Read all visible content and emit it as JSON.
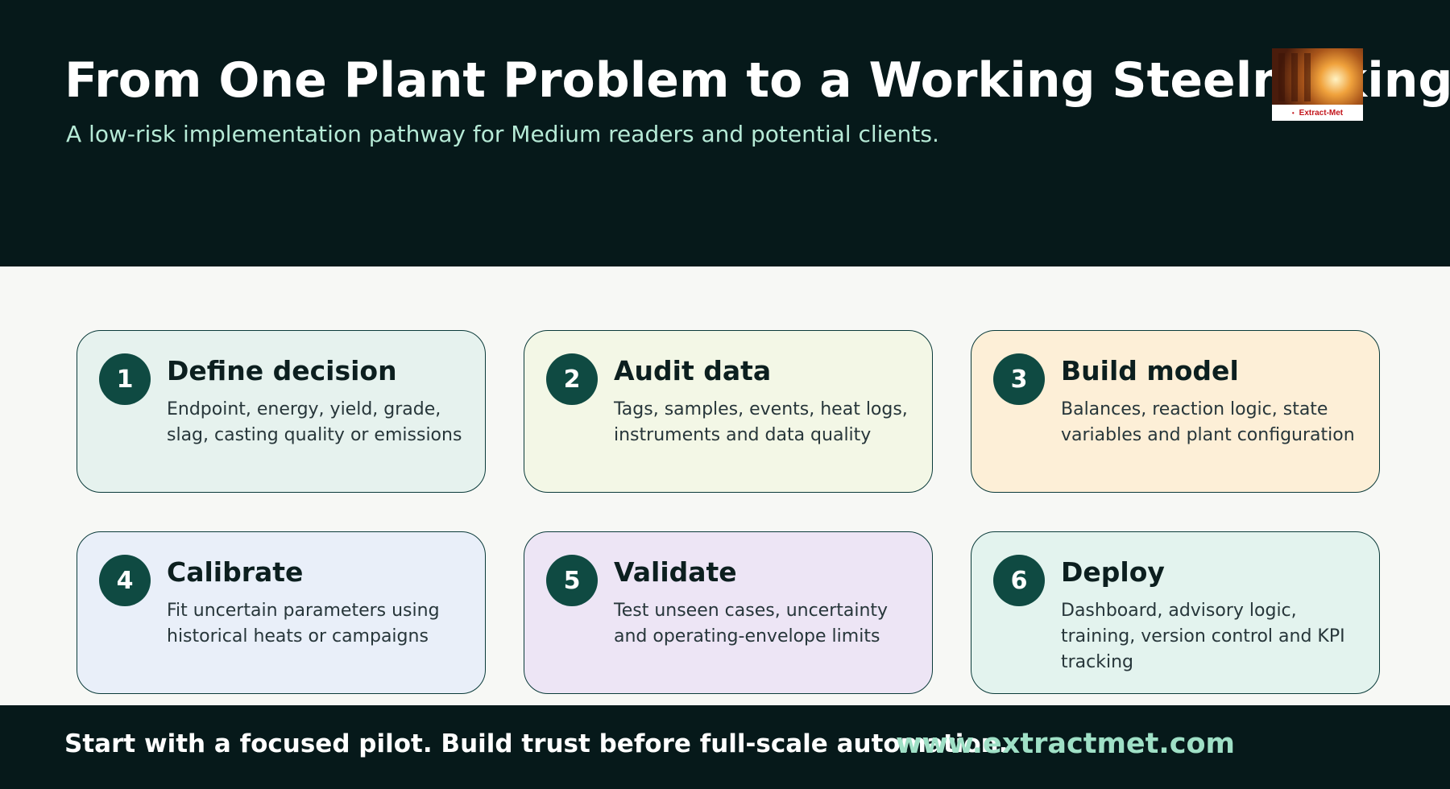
{
  "header": {
    "title": "From One Plant Problem to a Working Steelmaking Tool",
    "subtitle": "A low-risk implementation pathway for Medium readers and potential clients.",
    "logo": {
      "label": "Extract-Met",
      "icon": "furnace-photo-logo"
    }
  },
  "steps": [
    {
      "number": "1",
      "title": "Define decision",
      "description": "Endpoint, energy, yield, grade, slag, casting quality or emissions",
      "color": "#e6f2ee"
    },
    {
      "number": "2",
      "title": "Audit data",
      "description": "Tags, samples, events, heat logs, instruments and data quality",
      "color": "#f3f7e6"
    },
    {
      "number": "3",
      "title": "Build model",
      "description": "Balances, reaction logic, state variables and plant configuration",
      "color": "#fdefd7"
    },
    {
      "number": "4",
      "title": "Calibrate",
      "description": "Fit uncertain parameters using historical heats or campaigns",
      "color": "#e9eff9"
    },
    {
      "number": "5",
      "title": "Validate",
      "description": "Test unseen cases, uncertainty and operating-envelope limits",
      "color": "#ede5f5"
    },
    {
      "number": "6",
      "title": "Deploy",
      "description": "Dashboard, advisory logic, training, version control and KPI tracking",
      "color": "#e3f3ee"
    }
  ],
  "footer": {
    "tagline": "Start with a focused pilot. Build trust before full-scale automation.",
    "url": "www.extractmet.com"
  },
  "colors": {
    "dark_background": "#06191a",
    "badge": "#0f4a42",
    "accent_text": "#9fe0c6"
  }
}
